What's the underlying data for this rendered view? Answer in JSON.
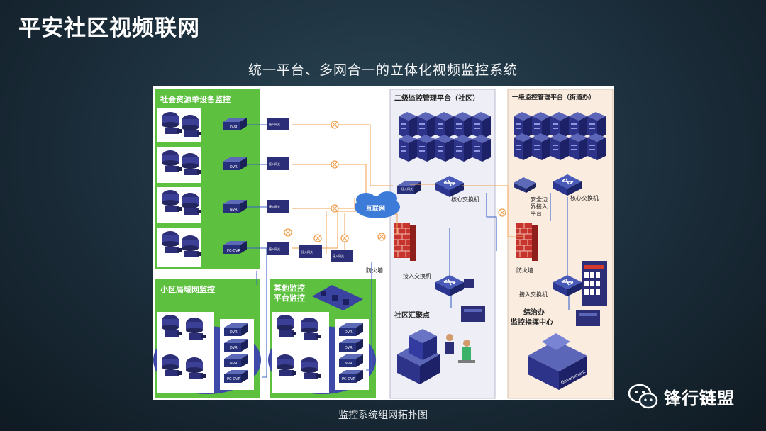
{
  "header": {
    "title": "平安社区视频联网",
    "subtitle": "统一平台、多网合一的立体化视频监控系统"
  },
  "diagram": {
    "sections": {
      "social": "社会资源单设备监控",
      "lan": "小区局域网监控",
      "other_line1": "其他监控",
      "other_line2": "平台监控",
      "community_platform": "二级监控管理平台（社区）",
      "street_platform": "一级监控管理平台（街道办）"
    },
    "labels": {
      "internet": "互联网",
      "firewall_left": "防火墙",
      "firewall_right": "防火墙",
      "core_switch_left": "核心交换机",
      "core_switch_right": "核心交换机",
      "access_switch_left": "接入交换机",
      "access_switch_right": "接入交换机",
      "edge_line1": "安全边",
      "edge_line2": "界接入",
      "edge_line3": "平台",
      "community_hub": "社区汇聚点",
      "command_line1": "综治办",
      "command_line2": "监控指挥中心",
      "government": "Government"
    },
    "recorders": [
      "DVR",
      "DVR",
      "NVR",
      "PC-DVR"
    ],
    "lan_recorders": [
      "DVR",
      "DVR",
      "NVR",
      "PC-DVR"
    ],
    "other_recorders": [
      "DVR",
      "DVR",
      "NVR",
      "PC-DVR"
    ],
    "access_device_label": "接入网关"
  },
  "footer": {
    "caption": "监控系统组网拓扑图",
    "brand": "锋行链盟"
  },
  "colors": {
    "green": "#5dc13f",
    "navy": "#2c2f78",
    "blue_device": "#2f4aa0",
    "firewall": "#c7342e",
    "line_orange": "#f0a050",
    "line_blue": "#3c64c8",
    "community_bg": "#eeeef6",
    "street_bg": "#fbece0"
  }
}
